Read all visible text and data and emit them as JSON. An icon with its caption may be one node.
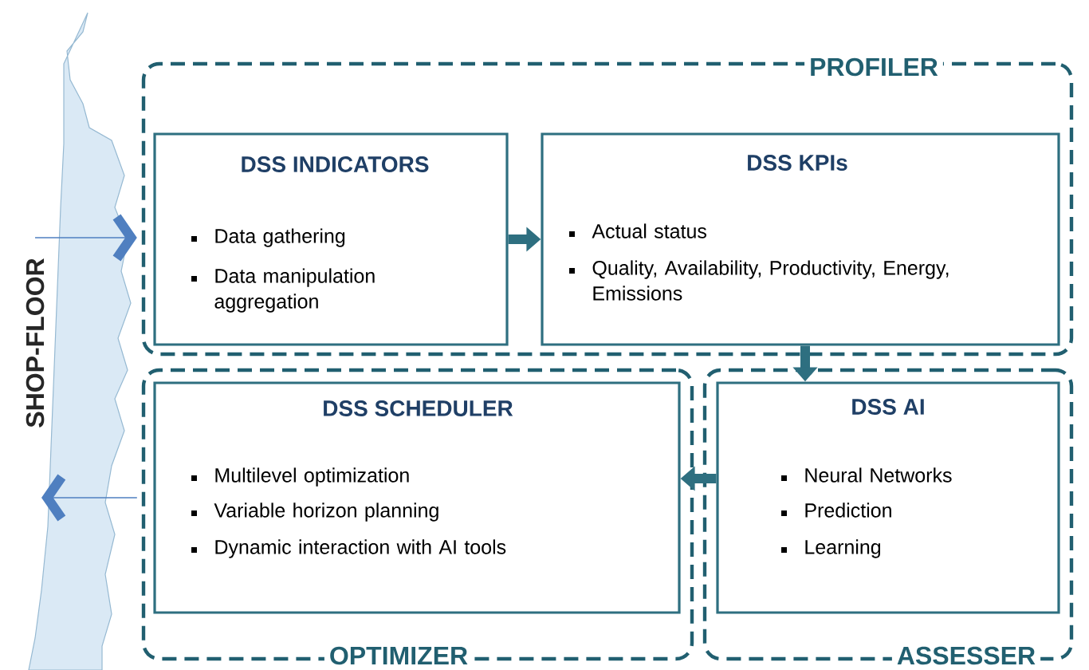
{
  "diagram": {
    "nodes": [
      {
        "text": [
          "PROFILER"
        ]
      },
      {
        "text": [
          "DSS INDICATORS",
          "Data gathering",
          "Data manipulation aggregation"
        ],
        "in": 0
      },
      {
        "text": [
          "DSS KPIs",
          "Actual status",
          "Quality, Availability, Productivity, Energy, Emissions"
        ],
        "in": 0
      },
      {
        "text": [
          "OPTIMIZER"
        ]
      },
      {
        "text": [
          "DSS SCHEDULER",
          "Multilevel optimization",
          "Variable horizon planning",
          "Dynamic interaction with AI tools"
        ],
        "in": 3
      },
      {
        "text": [
          "ASSESSER"
        ]
      },
      {
        "text": [
          "DSS AI",
          "Neural Networks",
          "Prediction",
          "Learning"
        ],
        "in": 5
      },
      {
        "text": [
          "SHOP-FLOOR"
        ]
      }
    ],
    "edges": [
      {
        "from": 7,
        "to": 0,
        "arrow": "to",
        "color": "#4f7fc0"
      },
      {
        "from": 1,
        "to": 2,
        "arrow": "to"
      },
      {
        "from": 2,
        "to": 6,
        "arrow": "to"
      },
      {
        "from": 6,
        "to": 4,
        "arrow": "to"
      },
      {
        "from": 3,
        "to": 7,
        "arrow": "to",
        "color": "#4f7fc0"
      }
    ]
  }
}
